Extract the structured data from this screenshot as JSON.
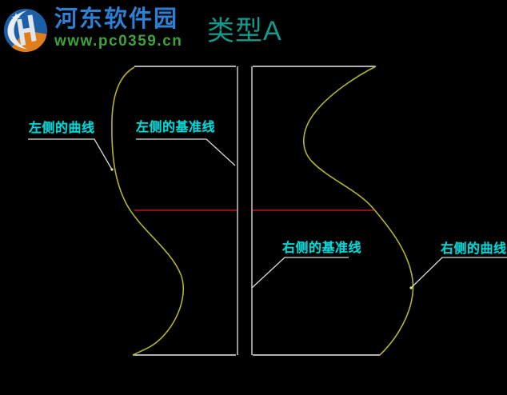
{
  "watermark": {
    "site_name": "河东软件园",
    "site_url": "www.pc0359.cn"
  },
  "drawing": {
    "title": "类型A",
    "labels": {
      "left_curve": "左侧的曲线",
      "left_baseline": "左侧的基准线",
      "right_baseline": "右侧的基准线",
      "right_curve": "右侧的曲线"
    }
  },
  "colors": {
    "background": "#000000",
    "profile_curve_yellow": "#b3b332",
    "baseline_gray": "#969696",
    "outline_white": "#e8e8e8",
    "center_line_red": "#c41414",
    "label_cyan": "#00d8d8",
    "title_teal": "#149a8c",
    "logo_blue": "#1d5fa6",
    "logo_orange": "#e07d1d",
    "site_name_blue": "#2e7fd6",
    "site_url_green": "#3da23d"
  }
}
